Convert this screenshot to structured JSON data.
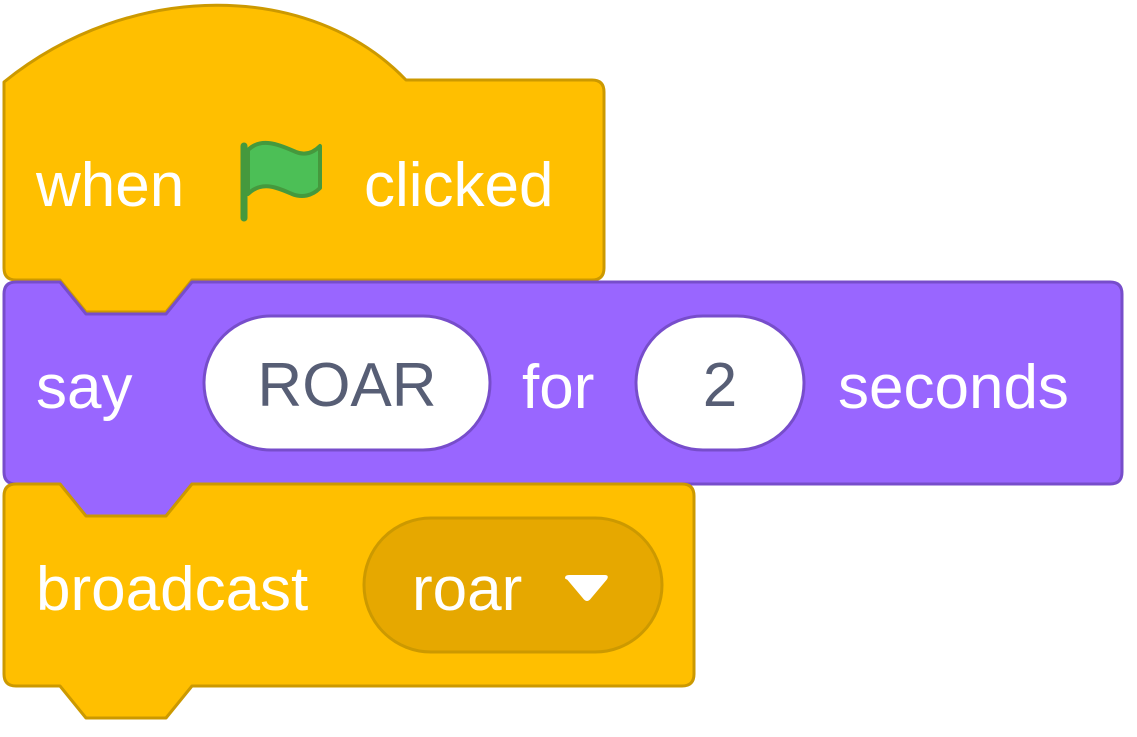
{
  "colors": {
    "events_fill": "#ffbf00",
    "events_stroke": "#cc9900",
    "events_dropdown_fill": "#e6a800",
    "looks_fill": "#9966ff",
    "looks_stroke": "#774dcb",
    "input_fill": "#ffffff",
    "input_text": "#575e75",
    "flag_green": "#4cbf56",
    "flag_dark": "#45993d"
  },
  "hat_block": {
    "category": "events",
    "label_before": "when",
    "icon": "green-flag-icon",
    "label_after": "clicked"
  },
  "say_block": {
    "category": "looks",
    "label_say": "say",
    "message_value": "ROAR",
    "label_for": "for",
    "secs_value": "2",
    "label_seconds": "seconds"
  },
  "broadcast_block": {
    "category": "events",
    "label": "broadcast",
    "selected_message": "roar",
    "dropdown_icon": "dropdown-arrow-icon"
  }
}
